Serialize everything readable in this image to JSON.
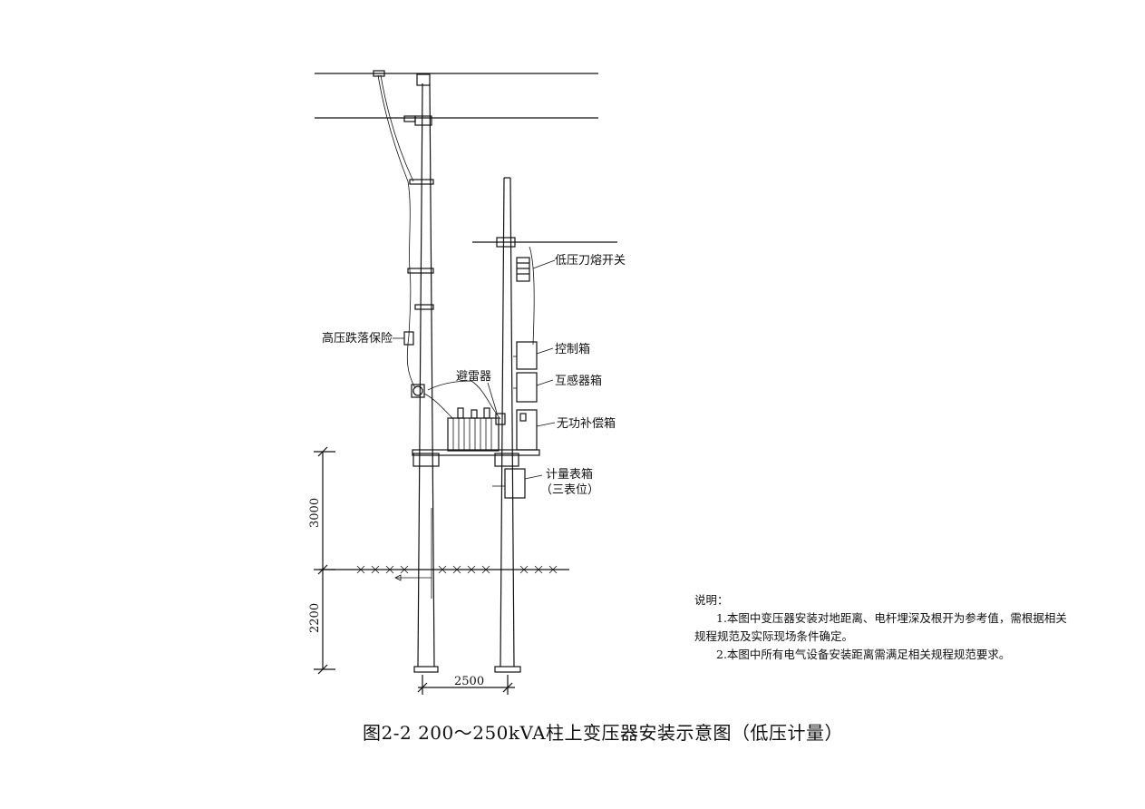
{
  "labels": {
    "lv_switch": "低压刀熔开关",
    "hv_fuse": "高压跌落保险",
    "arrester": "避雷器",
    "control_box": "控制箱",
    "ct_box": "互感器箱",
    "reactive_box": "无功补偿箱",
    "meter_box_1": "计量表箱",
    "meter_box_2": "（三表位）"
  },
  "dimensions": {
    "height_above": "3000",
    "depth_below": "2200",
    "pole_spacing": "2500"
  },
  "notes": {
    "heading": "说明：",
    "items": [
      "1.本图中变压器安装对地距离、电杆埋深及根开为参考值，需根据相关规程规范及实际现场条件确定。",
      "2.本图中所有电气设备安装距离需满足相关规程规范要求。"
    ]
  },
  "caption": "图2-2   200～250kVA柱上变压器安装示意图（低压计量）"
}
